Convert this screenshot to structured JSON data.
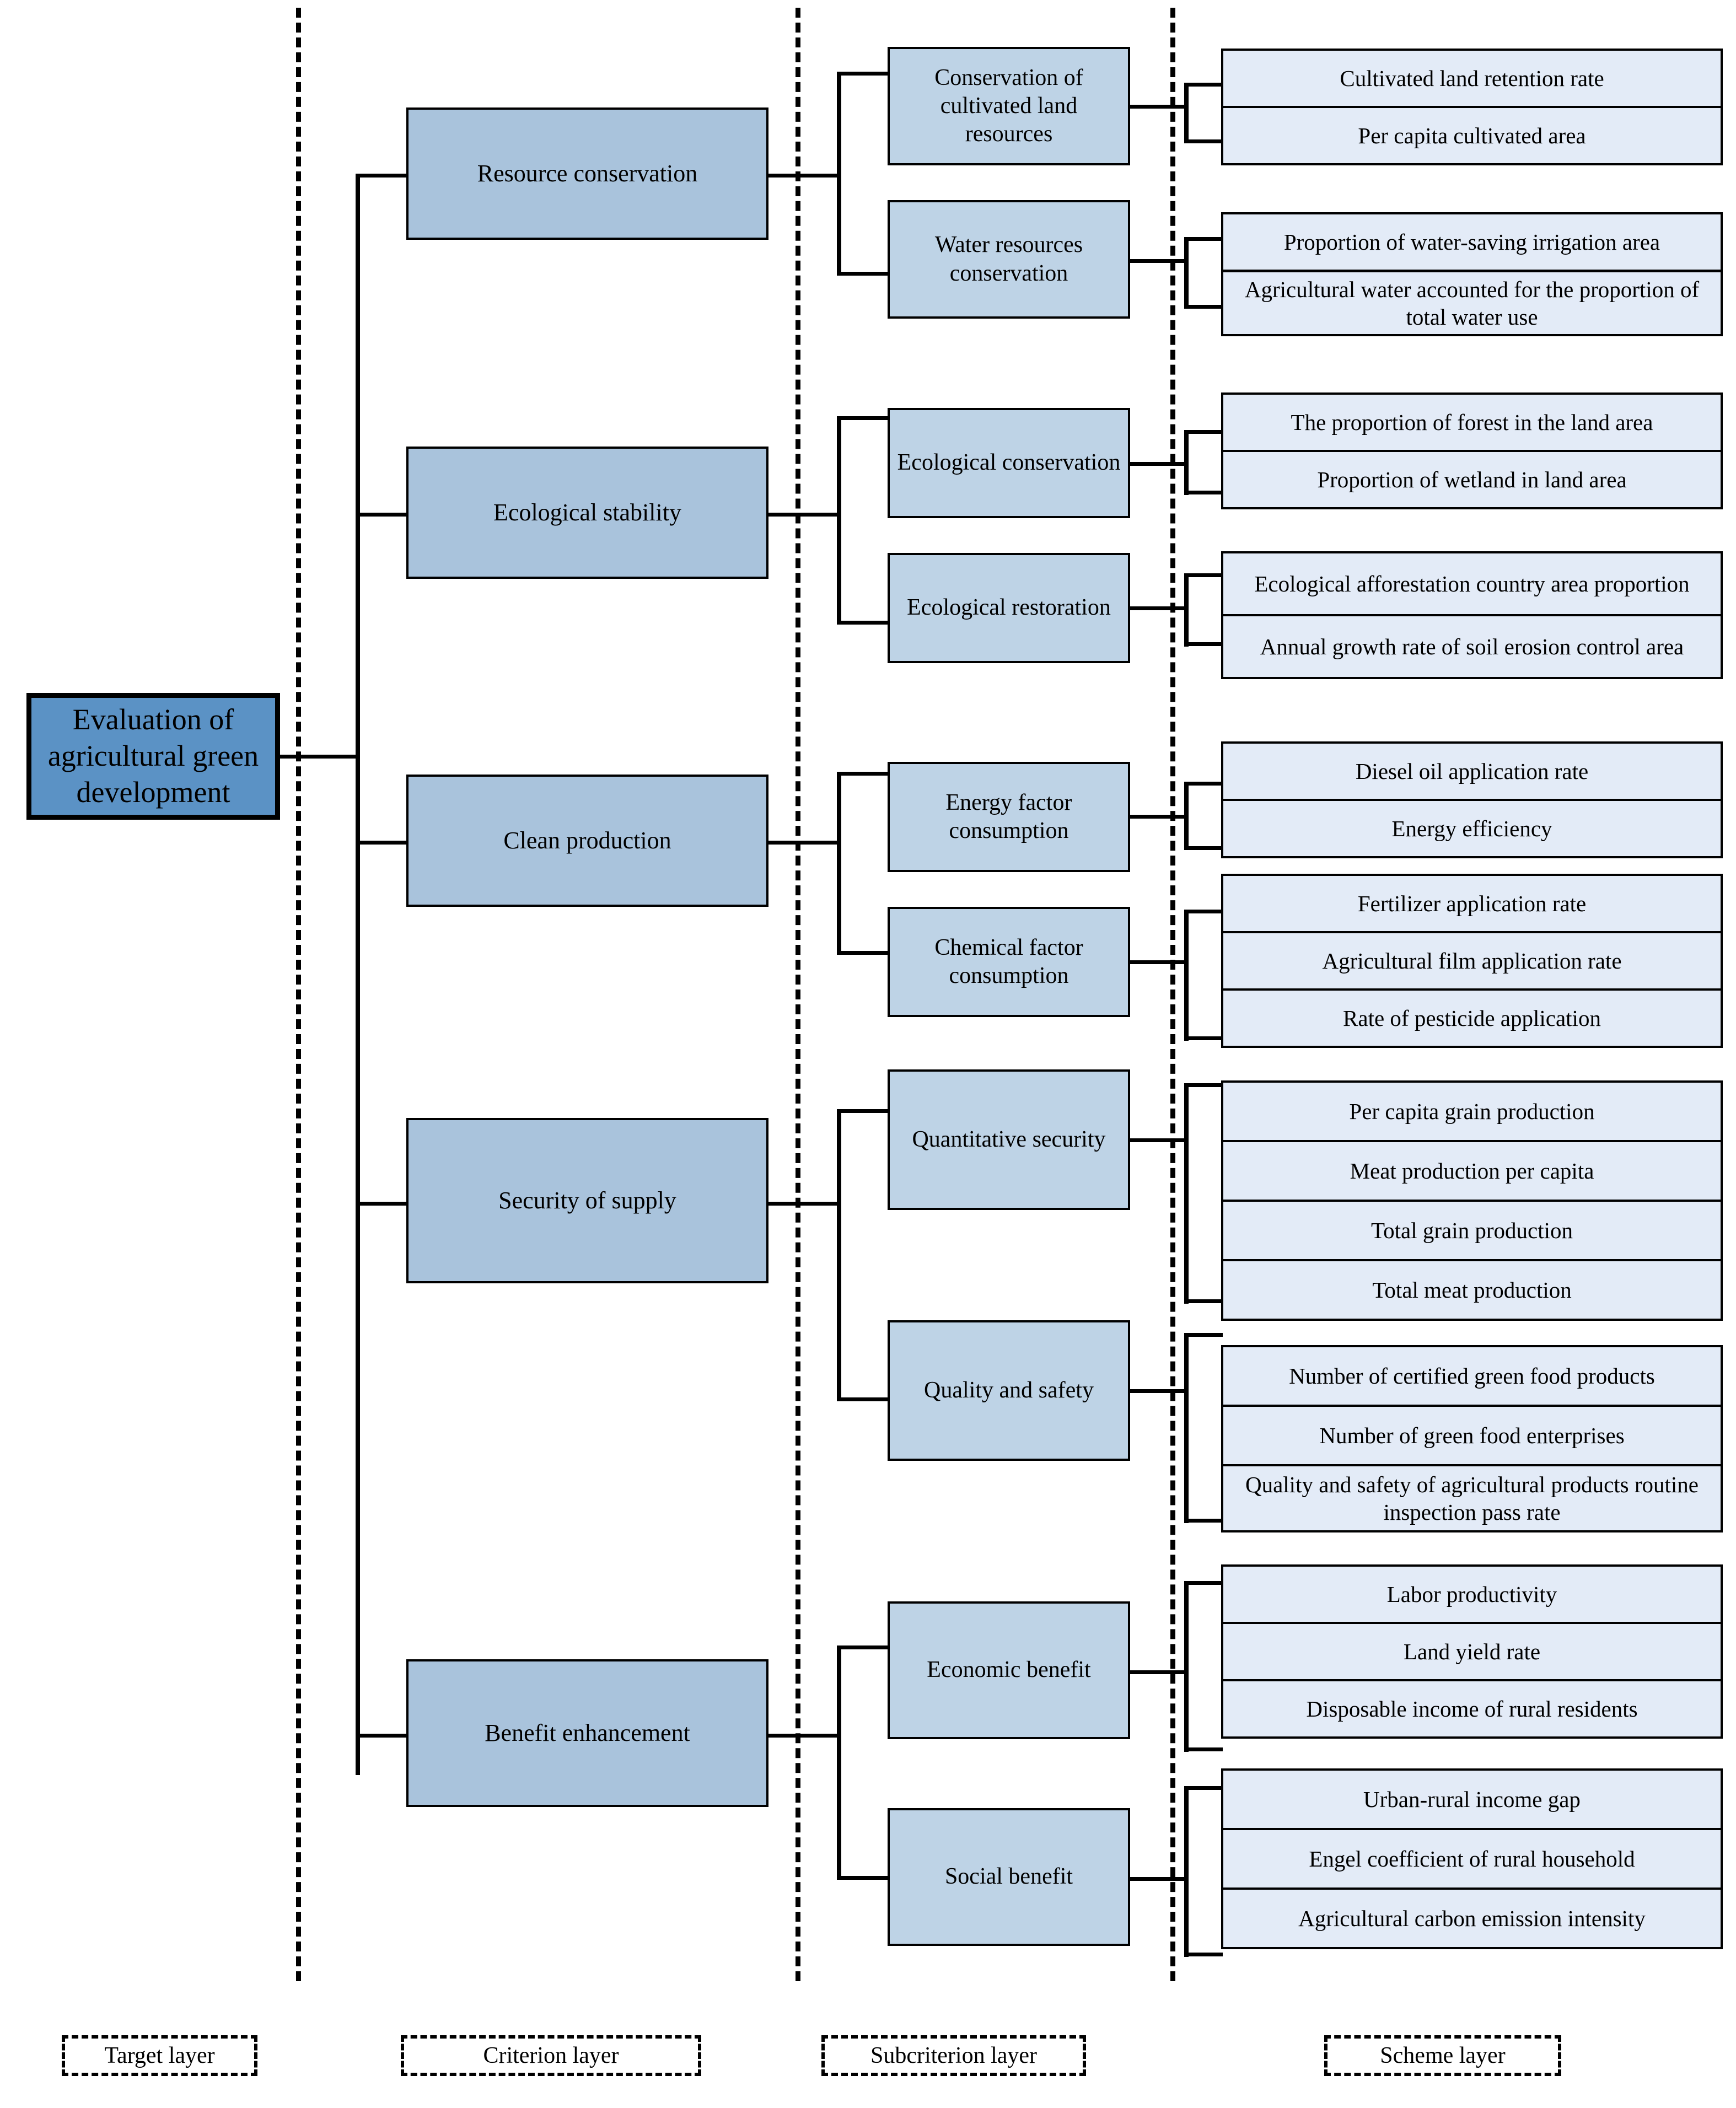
{
  "diagram": {
    "title_node": "Evaluation of agricultural green development",
    "layers": [
      {
        "key": "target",
        "label": "Target layer"
      },
      {
        "key": "criterion",
        "label": "Criterion layer"
      },
      {
        "key": "subcriterion",
        "label": "Subcriterion layer"
      },
      {
        "key": "scheme",
        "label": "Scheme layer"
      }
    ],
    "colors": {
      "target_fill": "#5b92c5",
      "criterion_fill": "#a9c3dc",
      "subcriterion_fill": "#bed3e6",
      "scheme_fill": "#e3ebf7",
      "line": "#000000",
      "background": "#ffffff"
    },
    "criteria": [
      {
        "label": "Resource conservation",
        "subcriteria": [
          {
            "label": "Conservation of cultivated land resources",
            "schemes": [
              "Cultivated land retention rate",
              "Per capita cultivated area"
            ]
          },
          {
            "label": "Water resources conservation",
            "schemes": [
              "Proportion of water-saving irrigation area",
              "Agricultural water accounted for the proportion of total water use"
            ]
          }
        ]
      },
      {
        "label": "Ecological stability",
        "subcriteria": [
          {
            "label": "Ecological conservation",
            "schemes": [
              "The proportion of forest in the land area",
              "Proportion of wetland in land area"
            ]
          },
          {
            "label": "Ecological restoration",
            "schemes": [
              "Ecological afforestation country area proportion",
              "Annual growth rate of soil erosion control area"
            ]
          }
        ]
      },
      {
        "label": "Clean production",
        "subcriteria": [
          {
            "label": "Energy factor consumption",
            "schemes": [
              "Diesel oil application rate",
              "Energy efficiency"
            ]
          },
          {
            "label": "Chemical factor consumption",
            "schemes": [
              "Fertilizer application rate",
              "Agricultural film application rate",
              "Rate of pesticide application"
            ]
          }
        ]
      },
      {
        "label": "Security of supply",
        "subcriteria": [
          {
            "label": "Quantitative security",
            "schemes": [
              "Per capita grain production",
              "Meat production per capita",
              "Total grain production",
              "Total meat production"
            ]
          },
          {
            "label": "Quality and safety",
            "schemes": [
              "Number of certified green food products",
              "Number of green food enterprises",
              "Quality and safety of agricultural products routine inspection pass rate"
            ]
          }
        ]
      },
      {
        "label": "Benefit enhancement",
        "subcriteria": [
          {
            "label": "Economic benefit",
            "schemes": [
              "Labor productivity",
              "Land yield rate",
              "Disposable income of rural residents"
            ]
          },
          {
            "label": "Social benefit",
            "schemes": [
              "Urban-rural income gap",
              "Engel coefficient of rural household",
              "Agricultural carbon emission intensity"
            ]
          }
        ]
      }
    ]
  }
}
